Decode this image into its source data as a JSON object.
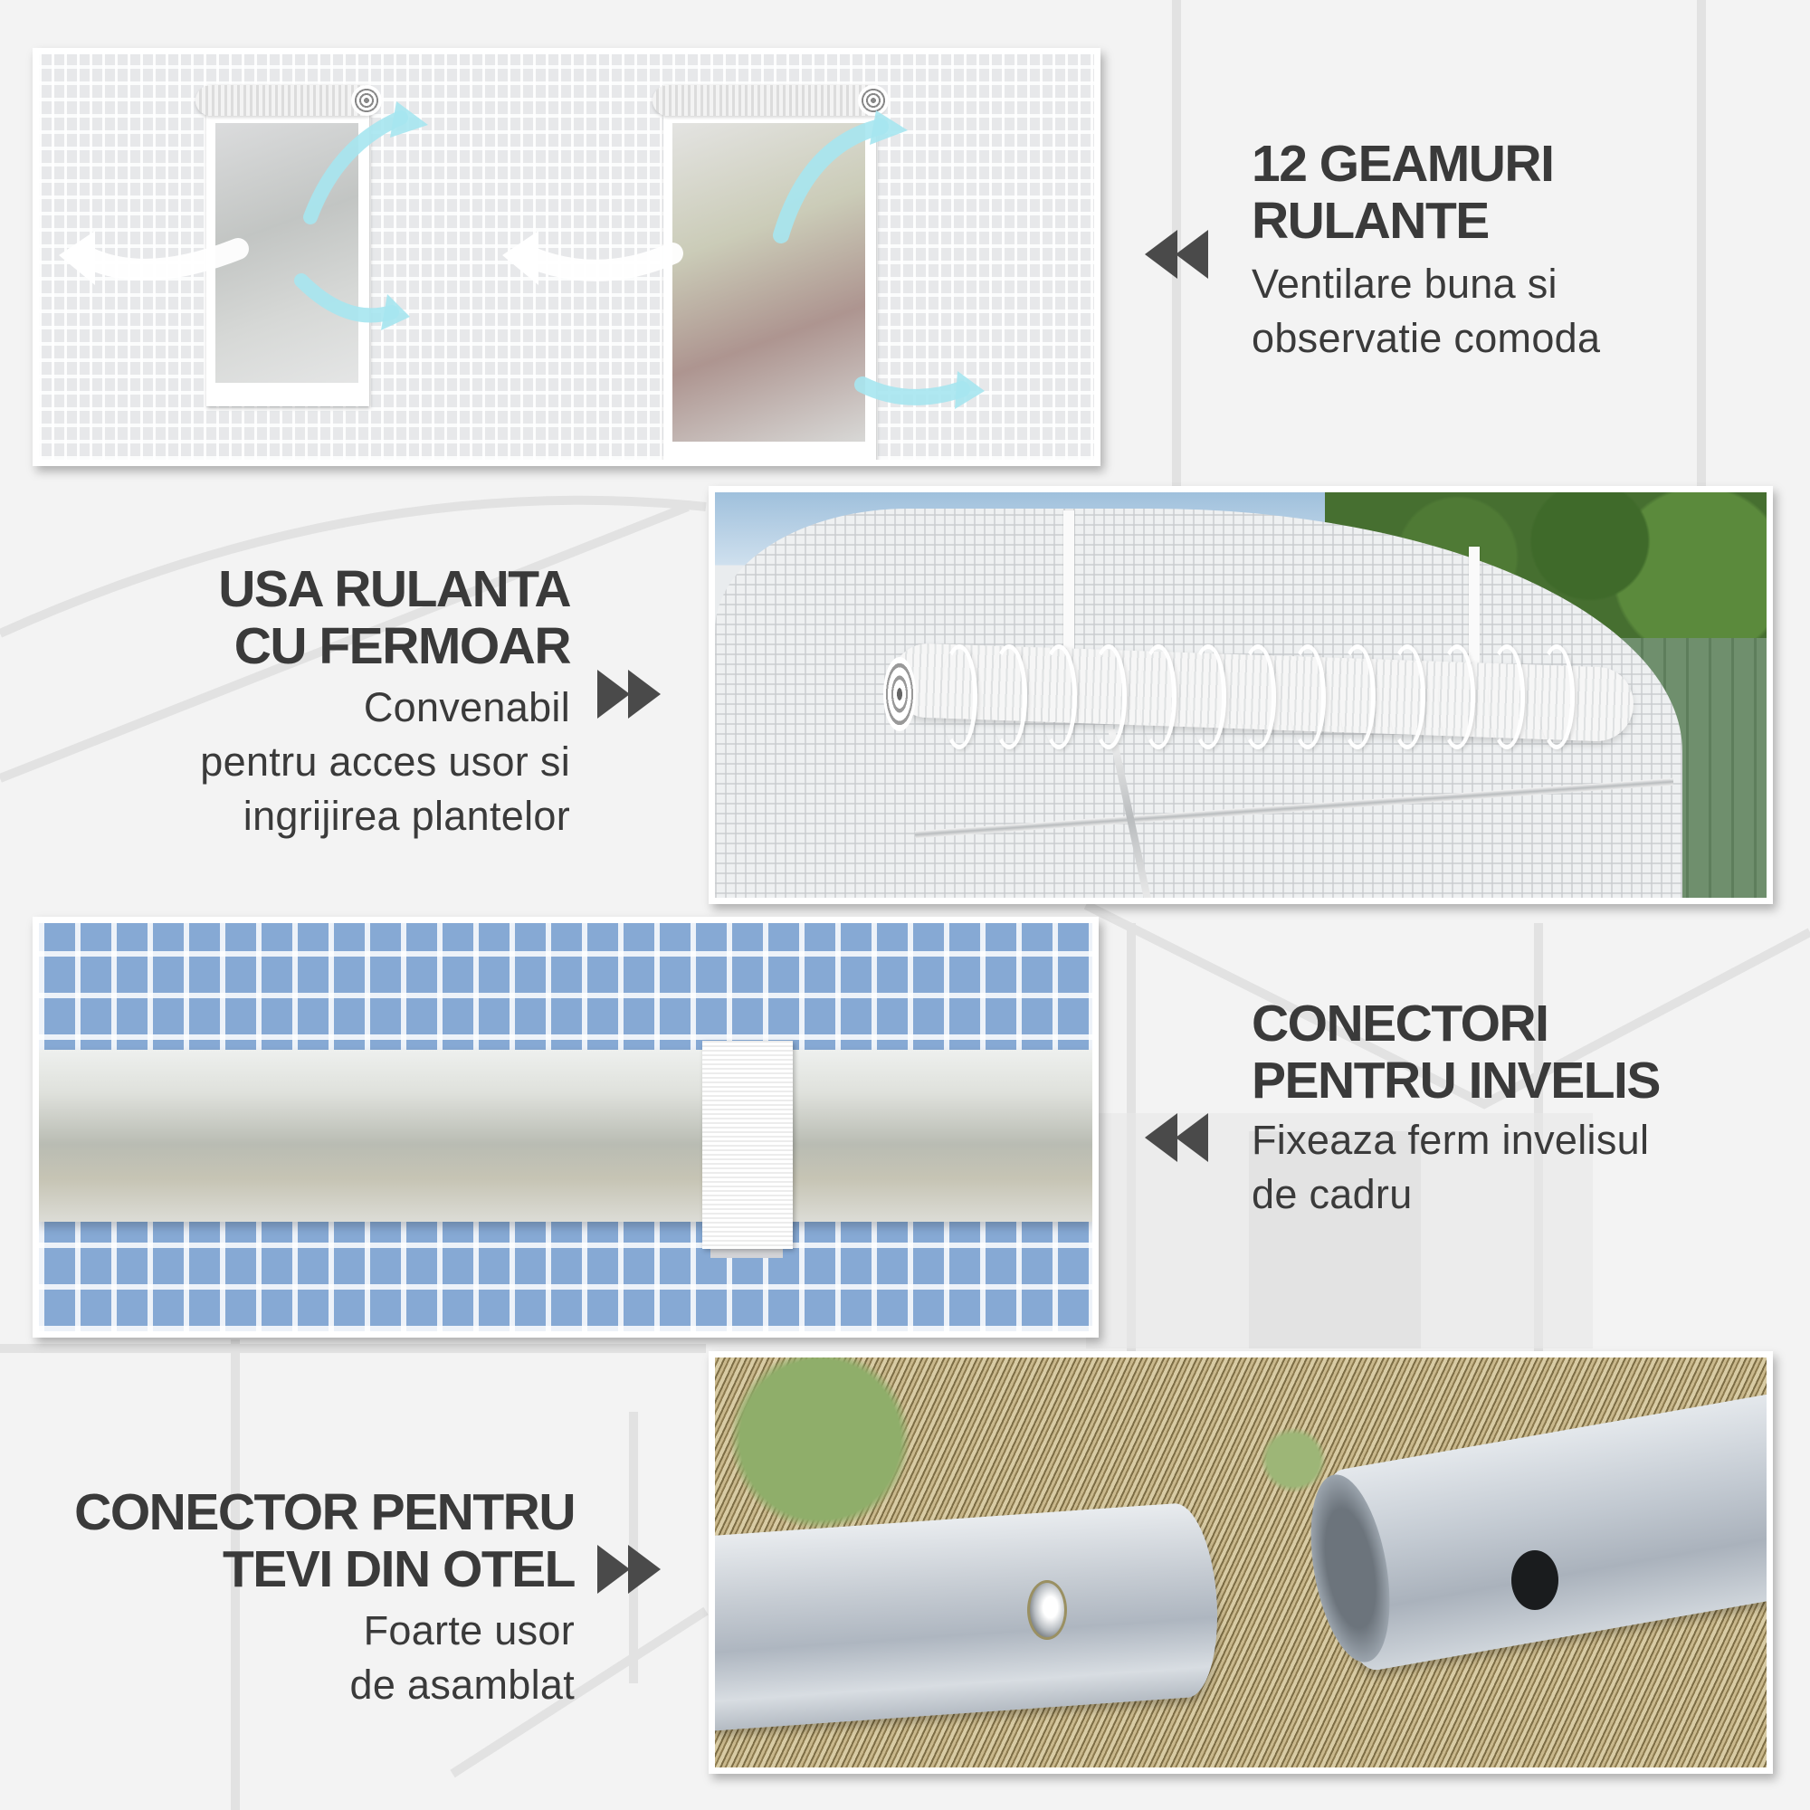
{
  "colors": {
    "background": "#f3f3f3",
    "text": "#3a3a3a",
    "arrow": "#4a4a4a",
    "frame": "#ffffff",
    "airflow_blue": "#9fe3ee"
  },
  "features": [
    {
      "id": "windows",
      "title_lines": [
        "12 GEAMURI",
        "RULANTE"
      ],
      "desc_lines": [
        "Ventilare buna si",
        "observatie comoda"
      ],
      "arrow": "double-arrow-left-icon",
      "photo": "roll-up-windows-photo"
    },
    {
      "id": "door",
      "title_lines": [
        "USA RULANTA",
        "CU FERMOAR"
      ],
      "desc_lines": [
        "Convenabil",
        "pentru acces usor si",
        "ingrijirea plantelor"
      ],
      "arrow": "double-arrow-right-icon",
      "photo": "roll-up-door-photo"
    },
    {
      "id": "cover-connectors",
      "title_lines": [
        "CONECTORI",
        "PENTRU INVELIS"
      ],
      "desc_lines": [
        "Fixeaza ferm invelisul",
        "de cadru"
      ],
      "arrow": "double-arrow-left-icon",
      "photo": "velcro-cover-connector-photo"
    },
    {
      "id": "steel-pipe-connector",
      "title_lines": [
        "CONECTOR PENTRU",
        "TEVI DIN OTEL"
      ],
      "desc_lines": [
        "Foarte usor",
        "de asamblat"
      ],
      "arrow": "double-arrow-right-icon",
      "photo": "steel-pipe-connector-photo"
    }
  ]
}
